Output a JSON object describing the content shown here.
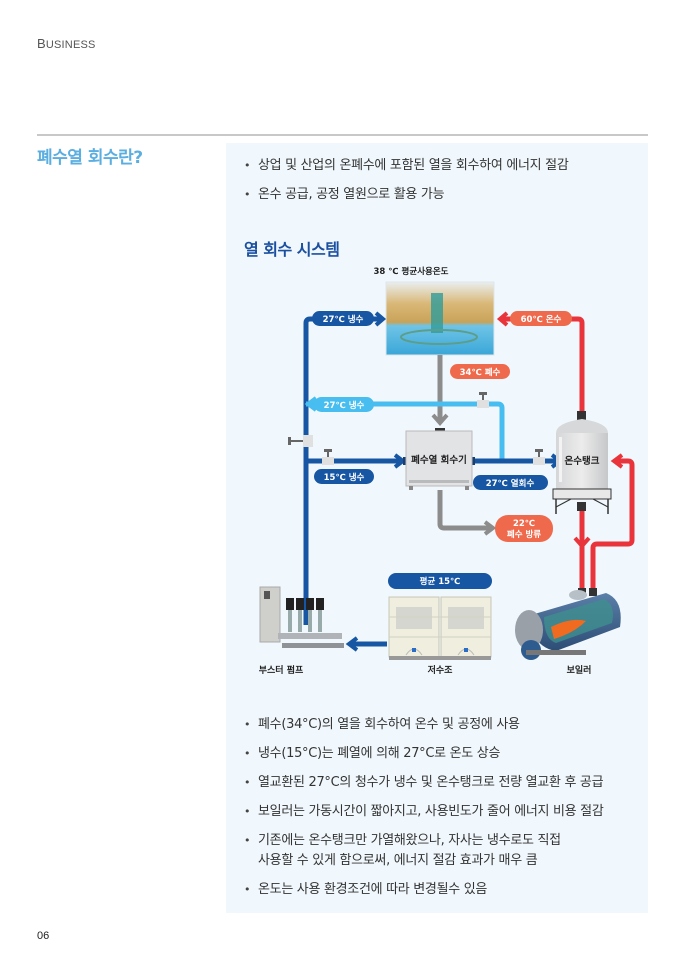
{
  "header": {
    "section_label_first": "B",
    "section_label_rest": "USINESS"
  },
  "heading": "폐수열 회수란?",
  "intro_bullets": [
    "상업 및 산업의 온폐수에 포함된 열을 회수하여 에너지 절감",
    "온수 공급, 공정 열원으로 활용 가능"
  ],
  "system": {
    "title": "열 회수 시스템",
    "avg_temp_label": "38 ℃ 평균사용온도",
    "labels": {
      "cold_27_top": "27℃ 냉수",
      "hot_60": "60℃ 온수",
      "waste_34": "34℃ 폐수",
      "cold_27_mid": "27℃ 냉수",
      "cold_15": "15℃ 냉수",
      "heat_recovery_27": "27℃ 열회수",
      "discharge_temp": "22℃",
      "discharge_label": "폐수 방류",
      "reservoir_avg": "평균 15℃"
    },
    "components": {
      "recovery_unit": "폐수열 회수기",
      "hot_tank": "온수탱크",
      "booster_pump": "부스터 펌프",
      "reservoir": "저수조",
      "boiler": "보일러"
    },
    "colors": {
      "dark_blue": "#1756a3",
      "light_blue": "#47bdf0",
      "red": "#e8343a",
      "orange": "#ef6a4c",
      "gray": "#8c8c8c"
    }
  },
  "detail_bullets": [
    "폐수(34°C)의 열을 회수하여 온수 및 공정에 사용",
    "냉수(15°C)는 폐열에 의해 27°C로 온도 상승",
    "열교환된 27°C의 청수가 냉수 및 온수탱크로 전량 열교환 후 공급",
    "보일러는 가동시간이 짧아지고, 사용빈도가 줄어 에너지 비용 절감",
    "기존에는 온수탱크만 가열해왔으나, 자사는 냉수로도 직접\n사용할 수 있게 함으로써, 에너지 절감 효과가 매우 큼",
    "온도는 사용 환경조건에 따라 변경될수 있음"
  ],
  "footer": {
    "page_number": "06"
  }
}
